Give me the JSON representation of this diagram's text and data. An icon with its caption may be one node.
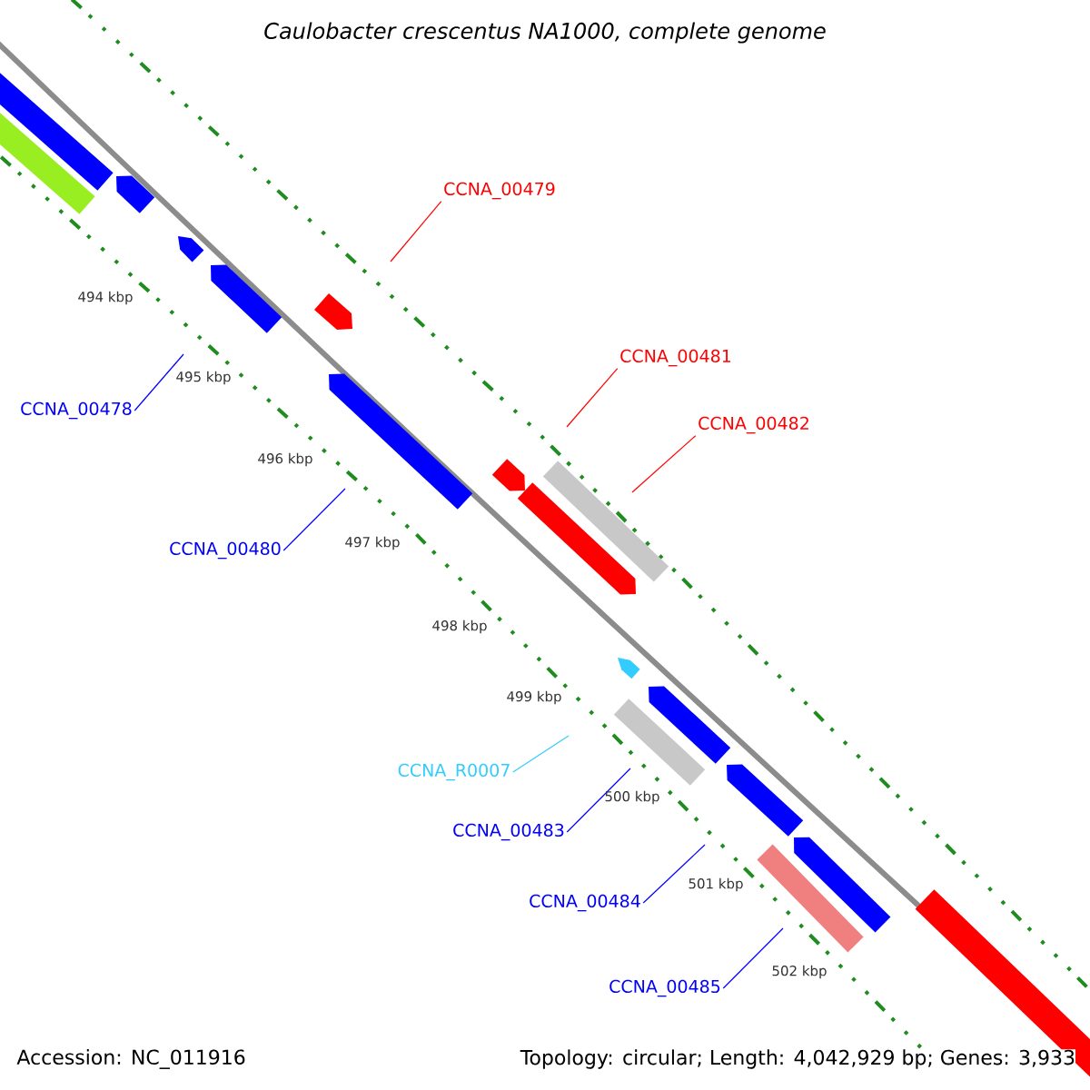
{
  "diagram": {
    "title": "Caulobacter crescentus NA1000, complete genome",
    "nodes": [
      {
        "text": [
          "CCNA_00479"
        ]
      },
      {
        "text": [
          "CCNA_00481"
        ]
      },
      {
        "text": [
          "CCNA_00482"
        ]
      },
      {
        "text": [
          "CCNA_00478"
        ]
      },
      {
        "text": [
          "CCNA_00480"
        ]
      },
      {
        "text": [
          "CCNA_R0007"
        ]
      },
      {
        "text": [
          "CCNA_00483"
        ]
      },
      {
        "text": [
          "CCNA_00484"
        ]
      },
      {
        "text": [
          "CCNA_00485"
        ]
      }
    ],
    "edges": [
      {
        "from": 0,
        "to": null,
        "arrow": "none",
        "color": "#ff0000"
      },
      {
        "from": 1,
        "to": null,
        "arrow": "none",
        "color": "#ff0000"
      },
      {
        "from": 2,
        "to": null,
        "arrow": "none",
        "color": "#ff0000"
      },
      {
        "from": 3,
        "to": null,
        "arrow": "none"
      },
      {
        "from": 4,
        "to": null,
        "arrow": "none"
      },
      {
        "from": 5,
        "to": null,
        "arrow": "none",
        "color": "#33ccff"
      },
      {
        "from": 6,
        "to": null,
        "arrow": "none"
      },
      {
        "from": 7,
        "to": null,
        "arrow": "none"
      },
      {
        "from": 8,
        "to": null,
        "arrow": "none"
      }
    ],
    "labels": [
      "494 kbp",
      "495 kbp",
      "496 kbp",
      "497 kbp",
      "498 kbp",
      "499 kbp",
      "500 kbp",
      "501 kbp",
      "502 kbp",
      "Accession: NC_011916",
      "Topology: circular; Length: 4,042,929 bp; Genes: 3,933"
    ]
  }
}
